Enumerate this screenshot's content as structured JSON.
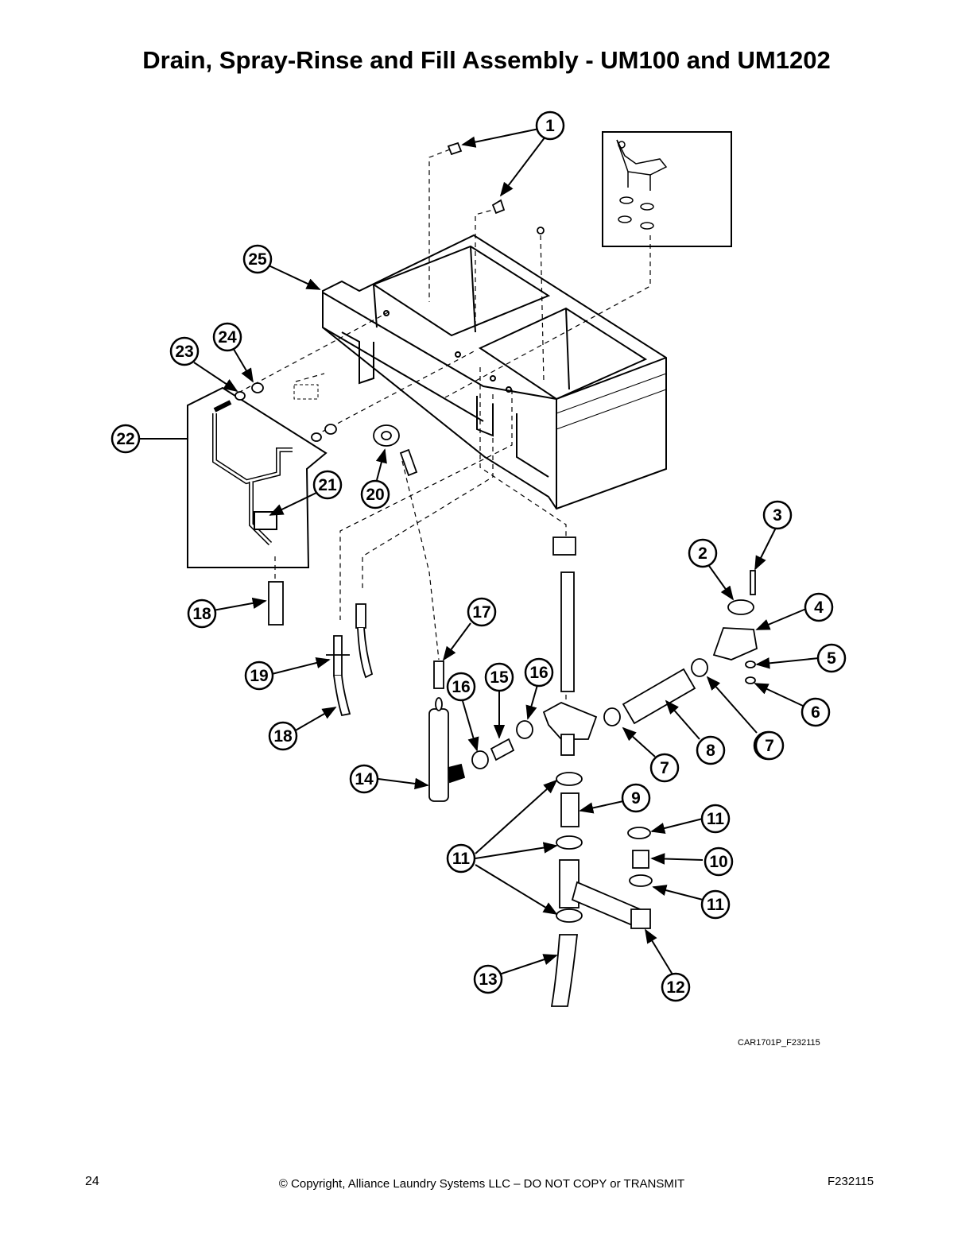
{
  "title": "Drain, Spray-Rinse and Fill Assembly - UM100 and UM1202",
  "figure_id": "CAR1701P_F232115",
  "footer": {
    "page_number": "24",
    "copyright": "© Copyright, Alliance Laundry Systems LLC – DO NOT COPY or TRANSMIT",
    "doc_number": "F232115"
  },
  "callouts": [
    "1",
    "2",
    "3",
    "4",
    "5",
    "6",
    "7",
    "7",
    "7",
    "8",
    "9",
    "10",
    "11",
    "11",
    "11",
    "12",
    "13",
    "14",
    "15",
    "16",
    "16",
    "17",
    "18",
    "18",
    "19",
    "20",
    "21",
    "22",
    "23",
    "24",
    "25"
  ]
}
